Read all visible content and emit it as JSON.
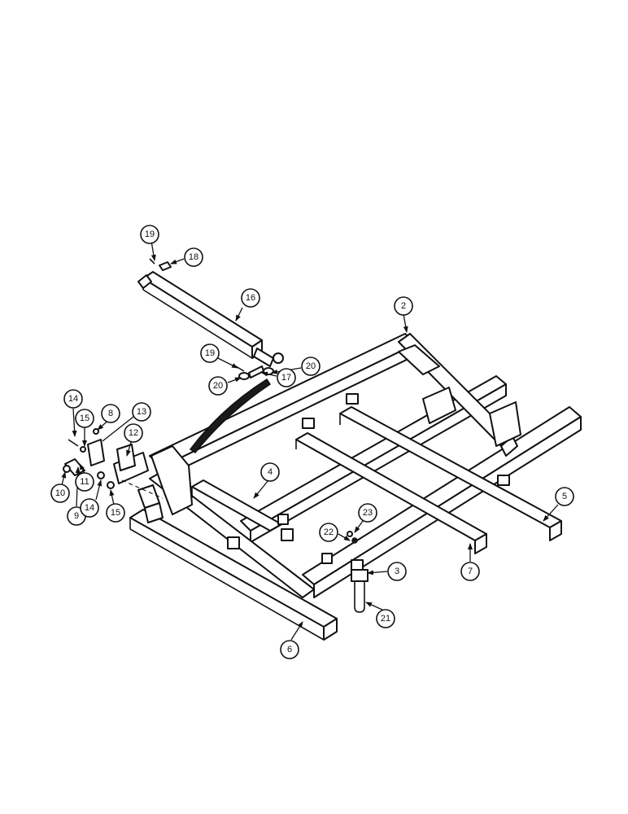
{
  "callouts": [
    {
      "id": "c2",
      "label": "2"
    },
    {
      "id": "c3",
      "label": "3"
    },
    {
      "id": "c4",
      "label": "4"
    },
    {
      "id": "c5",
      "label": "5"
    },
    {
      "id": "c6",
      "label": "6"
    },
    {
      "id": "c7",
      "label": "7"
    },
    {
      "id": "c8",
      "label": "8"
    },
    {
      "id": "c9",
      "label": "9"
    },
    {
      "id": "c10",
      "label": "10"
    },
    {
      "id": "c11",
      "label": "11"
    },
    {
      "id": "c12",
      "label": "12"
    },
    {
      "id": "c13",
      "label": "13"
    },
    {
      "id": "c14a",
      "label": "14"
    },
    {
      "id": "c14b",
      "label": "14"
    },
    {
      "id": "c15a",
      "label": "15"
    },
    {
      "id": "c15b",
      "label": "15"
    },
    {
      "id": "c16",
      "label": "16"
    },
    {
      "id": "c17",
      "label": "17"
    },
    {
      "id": "c18",
      "label": "18"
    },
    {
      "id": "c19a",
      "label": "19"
    },
    {
      "id": "c19b",
      "label": "19"
    },
    {
      "id": "c20a",
      "label": "20"
    },
    {
      "id": "c20b",
      "label": "20"
    },
    {
      "id": "c21",
      "label": "21"
    },
    {
      "id": "c22",
      "label": "22"
    },
    {
      "id": "c23",
      "label": "23"
    }
  ]
}
